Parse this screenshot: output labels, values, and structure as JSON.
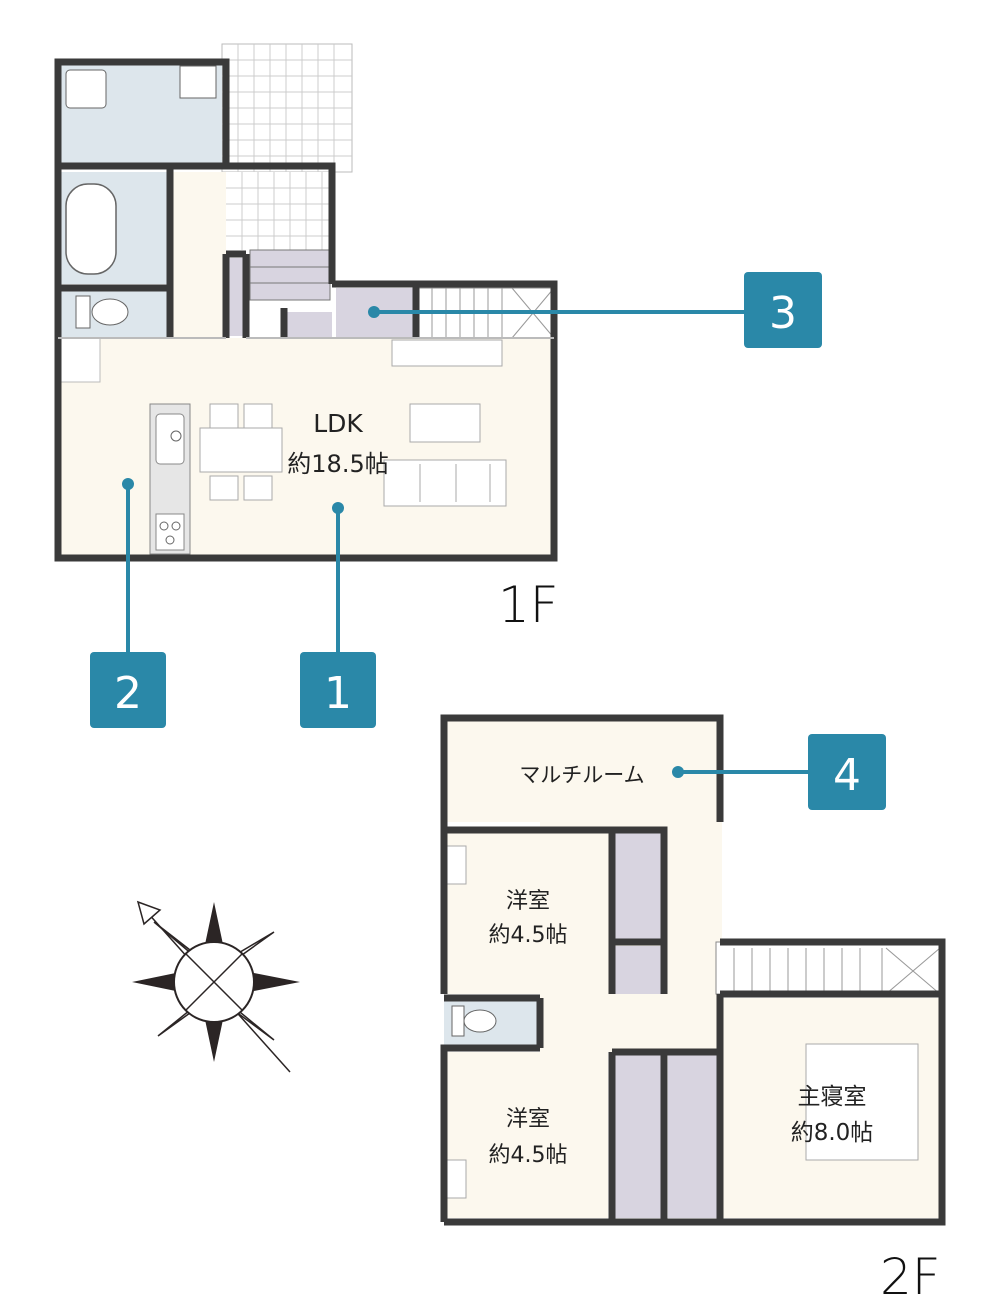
{
  "floor1": {
    "label": "1F",
    "ldk_name": "LDK",
    "ldk_size": "約18.5帖"
  },
  "floor2": {
    "label": "2F",
    "multiroom": "マルチルーム",
    "room_upper_name": "洋室",
    "room_upper_size": "約4.5帖",
    "room_lower_name": "洋室",
    "room_lower_size": "約4.5帖",
    "master_name": "主寝室",
    "master_size": "約8.0帖"
  },
  "markers": [
    "1",
    "2",
    "3",
    "4"
  ],
  "colors": {
    "wall": "#3a3a3a",
    "floor_cream": "#fcf8ee",
    "wet_area": "#dde6ec",
    "storage": "#d8d4e0",
    "marker": "#2a88a8"
  },
  "icons": [
    "compass-icon"
  ]
}
